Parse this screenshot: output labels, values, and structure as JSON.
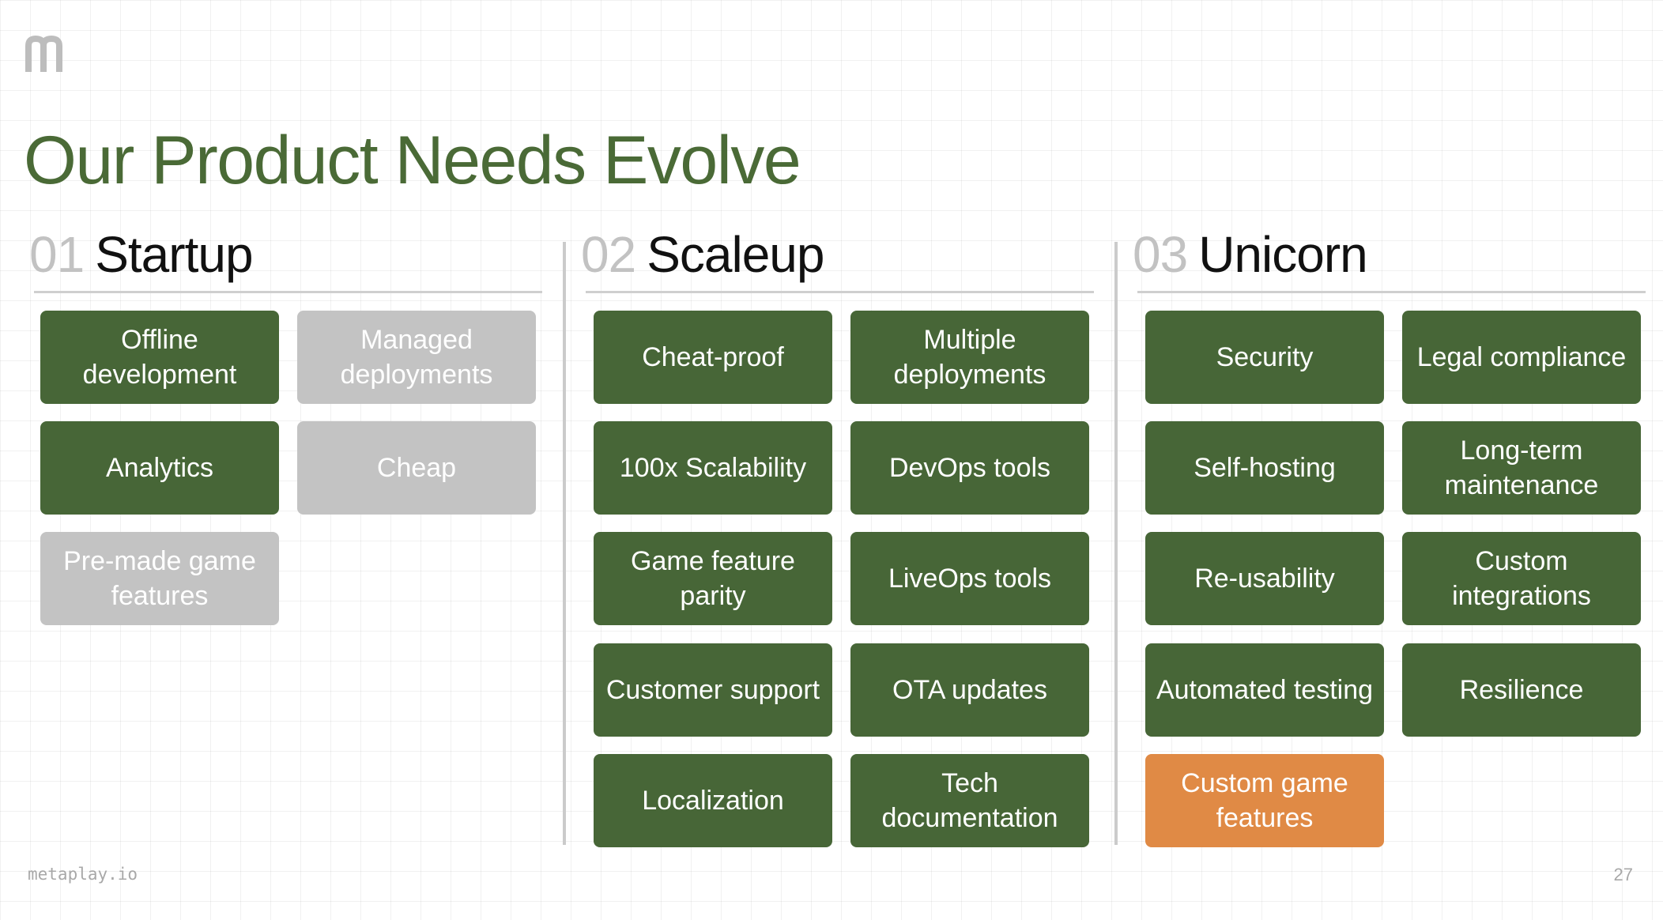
{
  "logo_text": "m",
  "title": "Our Product Needs Evolve",
  "colors": {
    "active": "#476637",
    "inactive": "#c3c3c3",
    "highlight": "#e08a45",
    "title": "#4a6a36"
  },
  "sections": [
    {
      "number": "01",
      "name": "Startup",
      "items": [
        {
          "label": "Offline development",
          "state": "active"
        },
        {
          "label": "Managed deployments",
          "state": "inactive"
        },
        {
          "label": "Analytics",
          "state": "active"
        },
        {
          "label": "Cheap",
          "state": "inactive"
        },
        {
          "label": "Pre-made game features",
          "state": "inactive"
        }
      ]
    },
    {
      "number": "02",
      "name": "Scaleup",
      "items": [
        {
          "label": "Cheat-proof",
          "state": "active"
        },
        {
          "label": "Multiple deployments",
          "state": "active"
        },
        {
          "label": "100x Scalability",
          "state": "active"
        },
        {
          "label": "DevOps tools",
          "state": "active"
        },
        {
          "label": "Game feature parity",
          "state": "active"
        },
        {
          "label": "LiveOps tools",
          "state": "active"
        },
        {
          "label": "Customer support",
          "state": "active"
        },
        {
          "label": "OTA updates",
          "state": "active"
        },
        {
          "label": "Localization",
          "state": "active"
        },
        {
          "label": "Tech documentation",
          "state": "active"
        }
      ]
    },
    {
      "number": "03",
      "name": "Unicorn",
      "items": [
        {
          "label": "Security",
          "state": "active"
        },
        {
          "label": "Legal compliance",
          "state": "active"
        },
        {
          "label": "Self-hosting",
          "state": "active"
        },
        {
          "label": "Long-term maintenance",
          "state": "active"
        },
        {
          "label": "Re-usability",
          "state": "active"
        },
        {
          "label": "Custom integrations",
          "state": "active"
        },
        {
          "label": "Automated testing",
          "state": "active"
        },
        {
          "label": "Resilience",
          "state": "active"
        },
        {
          "label": "Custom game features",
          "state": "highlight"
        }
      ]
    }
  ],
  "footer": {
    "site": "metaplay.io",
    "page_number": "27"
  }
}
